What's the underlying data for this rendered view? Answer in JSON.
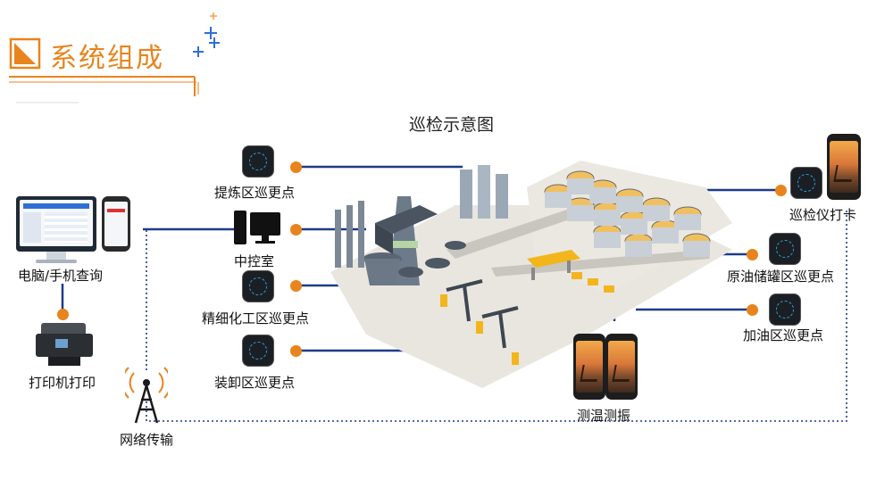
{
  "header": {
    "title": "系统组成"
  },
  "diagram": {
    "title": "巡检示意图"
  },
  "nodes": {
    "refining": "提炼区巡更点",
    "control_room": "中控室",
    "fine_chem": "精细化工区巡更点",
    "loading": "装卸区巡更点",
    "pc_mobile": "电脑/手机查询",
    "printer": "打印机打印",
    "network": "网络传输",
    "inspector": "巡检仪打卡",
    "crude_tank": "原油储罐区巡更点",
    "fuel_station": "加油区巡更点",
    "temp_vib": "测温测振"
  },
  "colors": {
    "accent": "#e8841d",
    "line": "#1e3a8a",
    "sensor_ring": "#2aa0d8"
  }
}
